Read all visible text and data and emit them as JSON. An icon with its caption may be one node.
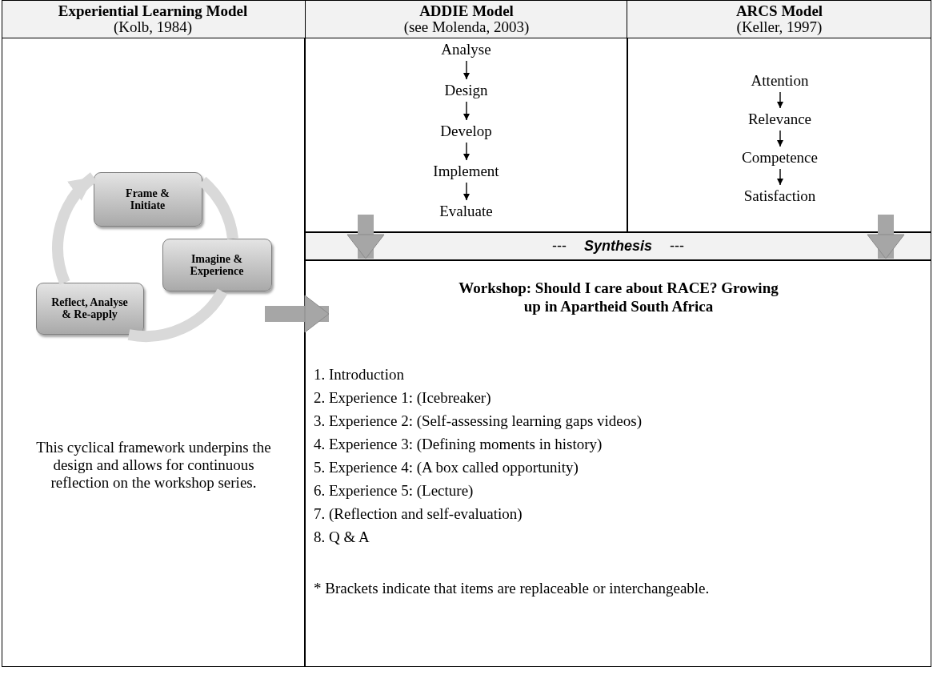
{
  "diagram": {
    "nodes": [
      {
        "text": [
          "This cyclical framework underpins the design and allows for continuous reflection on the workshop series."
        ]
      },
      {
        "text": [
          "Frame & Initiate"
        ],
        "in": 0
      },
      {
        "text": [
          "Imagine & Experience"
        ],
        "in": 0
      },
      {
        "text": [
          "Reflect, Analyse & Re-apply"
        ],
        "in": 0
      },
      {
        "text": [],
        "shape": "box"
      },
      {
        "text": [
          "Analyse"
        ],
        "in": 4
      },
      {
        "text": [
          "Design"
        ],
        "in": 4
      },
      {
        "text": [
          "Develop"
        ],
        "in": 4
      },
      {
        "text": [
          "Implement"
        ],
        "in": 4
      },
      {
        "text": [
          "Evaluate"
        ],
        "in": 4
      },
      {
        "text": [],
        "shape": "box"
      },
      {
        "text": [
          "Attention"
        ],
        "in": 10
      },
      {
        "text": [
          "Relevance"
        ],
        "in": 10
      },
      {
        "text": [
          "Competence"
        ],
        "in": 10
      },
      {
        "text": [
          "Satisfaction"
        ],
        "in": 10
      },
      {
        "text": [
          "---",
          "Synthesis",
          "---"
        ]
      },
      {
        "text": [
          "Workshop: Should I care about RACE? Growing up in Apartheid South Africa",
          "1. Introduction",
          "2. Experience 1: (Icebreaker)",
          "3. Experience 2: (Self-assessing learning gaps videos)",
          "4. Experience 3: (Defining moments in history)",
          "5. Experience 4: (A box called opportunity)",
          "6. Experience 5: (Lecture)",
          "7. (Reflection and self-evaluation)",
          "8. Q & A",
          "* Brackets indicate that items are replaceable or interchangeable."
        ]
      }
    ],
    "edges": [
      {
        "from": 1,
        "to": 2,
        "arrow": "none",
        "style": "thick",
        "color": "#d9d9d9"
      },
      {
        "from": 2,
        "to": 3,
        "arrow": "none",
        "style": "thick",
        "color": "#d9d9d9"
      },
      {
        "from": 3,
        "to": 1,
        "arrow": "to",
        "style": "thick",
        "color": "#d9d9d9"
      },
      {
        "from": 5,
        "to": 6,
        "arrow": "to"
      },
      {
        "from": 6,
        "to": 7,
        "arrow": "to"
      },
      {
        "from": 7,
        "to": 8,
        "arrow": "to"
      },
      {
        "from": 8,
        "to": 9,
        "arrow": "to"
      },
      {
        "from": 11,
        "to": 12,
        "arrow": "to"
      },
      {
        "from": 12,
        "to": 13,
        "arrow": "to"
      },
      {
        "from": 13,
        "to": 14,
        "arrow": "to"
      },
      {
        "from": 0,
        "to": 16,
        "arrow": "to",
        "style": "thick",
        "color": "#a6a6a6"
      },
      {
        "from": 4,
        "to": 15,
        "arrow": "to",
        "style": "thick",
        "color": "#a6a6a6"
      },
      {
        "from": 10,
        "to": 15,
        "arrow": "to",
        "style": "thick",
        "color": "#a6a6a6"
      }
    ],
    "labels": [
      "Experiential Learning Model",
      "(Kolb, 1984)",
      "ADDIE Model",
      "(see Molenda, 2003)",
      "ARCS Model",
      "(Keller, 1997)"
    ]
  }
}
